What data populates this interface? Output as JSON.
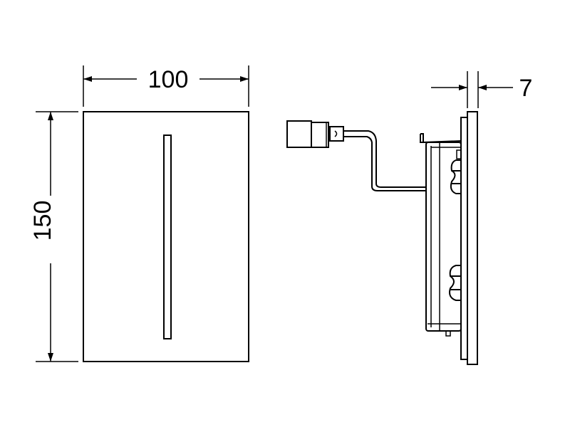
{
  "drawing": {
    "width_label": "100",
    "height_label": "150",
    "depth_label": "7",
    "line_color": "#000000",
    "background_color": "#ffffff"
  }
}
